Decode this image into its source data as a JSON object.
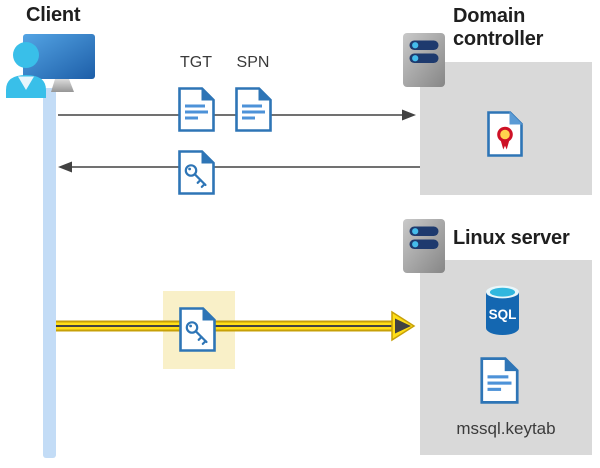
{
  "client": {
    "label": "Client"
  },
  "domain_controller": {
    "label": "Domain controller"
  },
  "linux_server": {
    "label": "Linux server",
    "sql_text": "SQL",
    "keytab_label": "mssql.keytab"
  },
  "tickets": {
    "tgt_label": "TGT",
    "spn_label": "SPN"
  },
  "icons": {
    "client": "client-workstation-icon",
    "server": "server-icon",
    "document": "document-icon",
    "key_document": "key-ticket-document-icon",
    "certificate": "certificate-document-icon",
    "sql_database": "sql-database-icon"
  },
  "colors": {
    "accent_blue": "#2e75b6",
    "doc_line_blue": "#4d92d8",
    "panel_gray": "#d9d9d9",
    "timeline_blue": "#c3dcf6",
    "arrow_gray": "#424242",
    "highlight_yellow": "#f9f0c8",
    "arrow_yellow": "#ffde17",
    "arrow_yellow_edge": "#c7a008",
    "sql_blue": "#1467b1",
    "sql_cyan": "#30b7de",
    "cert_red": "#ce1126",
    "cert_gold": "#ffd34d",
    "server_bar_navy": "#1e3a6e",
    "server_dot_blue": "#45bceb"
  }
}
